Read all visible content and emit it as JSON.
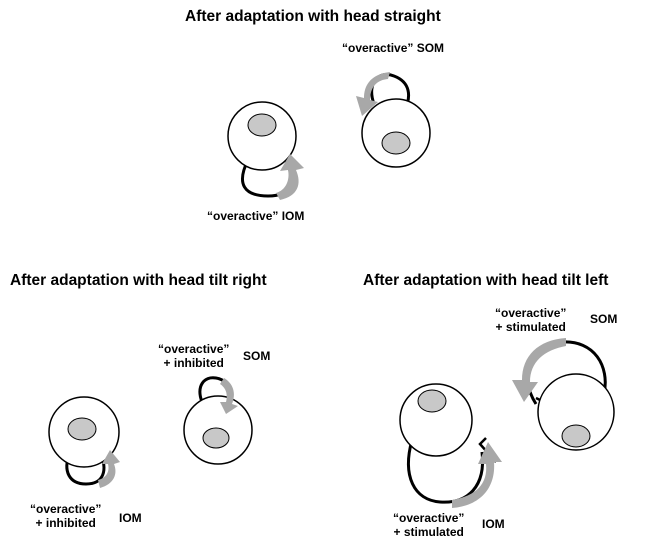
{
  "titles": {
    "top": "After adaptation with head straight",
    "left": "After adaptation with head tilt right",
    "right": "After adaptation with head tilt left"
  },
  "labels": {
    "straight_som": "“overactive” SOM",
    "straight_iom": "“overactive” IOM",
    "tiltright_som_line1": "“overactive”",
    "tiltright_som_line2": "+ inhibited",
    "tiltright_som_muscle": "SOM",
    "tiltright_iom_line1": "“overactive”",
    "tiltright_iom_line2": "+ inhibited",
    "tiltright_iom_muscle": "IOM",
    "tiltleft_som_line1": "“overactive”",
    "tiltleft_som_line2": "+ stimulated",
    "tiltleft_som_muscle": "SOM",
    "tiltleft_iom_line1": "“overactive”",
    "tiltleft_iom_line2": "+ stimulated",
    "tiltleft_iom_muscle": "IOM"
  },
  "colors": {
    "eye_fill": "#ffffff",
    "iris_fill": "#c8c8c8",
    "outline": "#000000",
    "arrow_fill": "#a8a8a8"
  }
}
